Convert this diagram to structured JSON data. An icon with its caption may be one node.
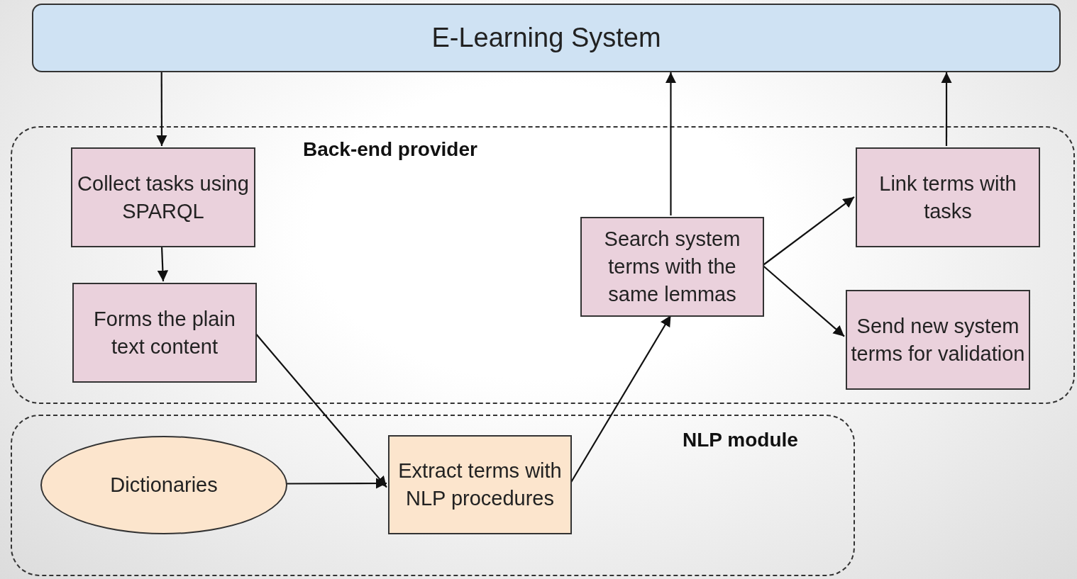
{
  "diagram": {
    "nodes": [
      {
        "text": [
          "E-Learning System"
        ]
      },
      {
        "text": [
          "Back-end provider"
        ]
      },
      {
        "text": [
          "Collect tasks using SPARQL"
        ],
        "in": 1
      },
      {
        "text": [
          "Forms the plain text content"
        ],
        "in": 1
      },
      {
        "text": [
          "Search system terms with the same lemmas"
        ],
        "in": 1
      },
      {
        "text": [
          "Link terms with tasks"
        ],
        "in": 1
      },
      {
        "text": [
          "Send new system terms for validation"
        ],
        "in": 1
      },
      {
        "text": [
          "NLP module"
        ]
      },
      {
        "text": [
          "Dictionaries"
        ],
        "in": 7
      },
      {
        "text": [
          "Extract terms with NLP procedures"
        ],
        "in": 7
      }
    ],
    "edges": [
      {
        "from": 0,
        "to": 2,
        "arrow": "to"
      },
      {
        "from": 2,
        "to": 3,
        "arrow": "to"
      },
      {
        "from": 3,
        "to": 9,
        "arrow": "to"
      },
      {
        "from": 8,
        "to": 9,
        "arrow": "to"
      },
      {
        "from": 9,
        "to": 4,
        "arrow": "to"
      },
      {
        "from": 4,
        "to": 0,
        "arrow": "to"
      },
      {
        "from": 4,
        "to": 5,
        "arrow": "to"
      },
      {
        "from": 4,
        "to": 6,
        "arrow": "to"
      },
      {
        "from": 5,
        "to": 0,
        "arrow": "to"
      }
    ]
  }
}
